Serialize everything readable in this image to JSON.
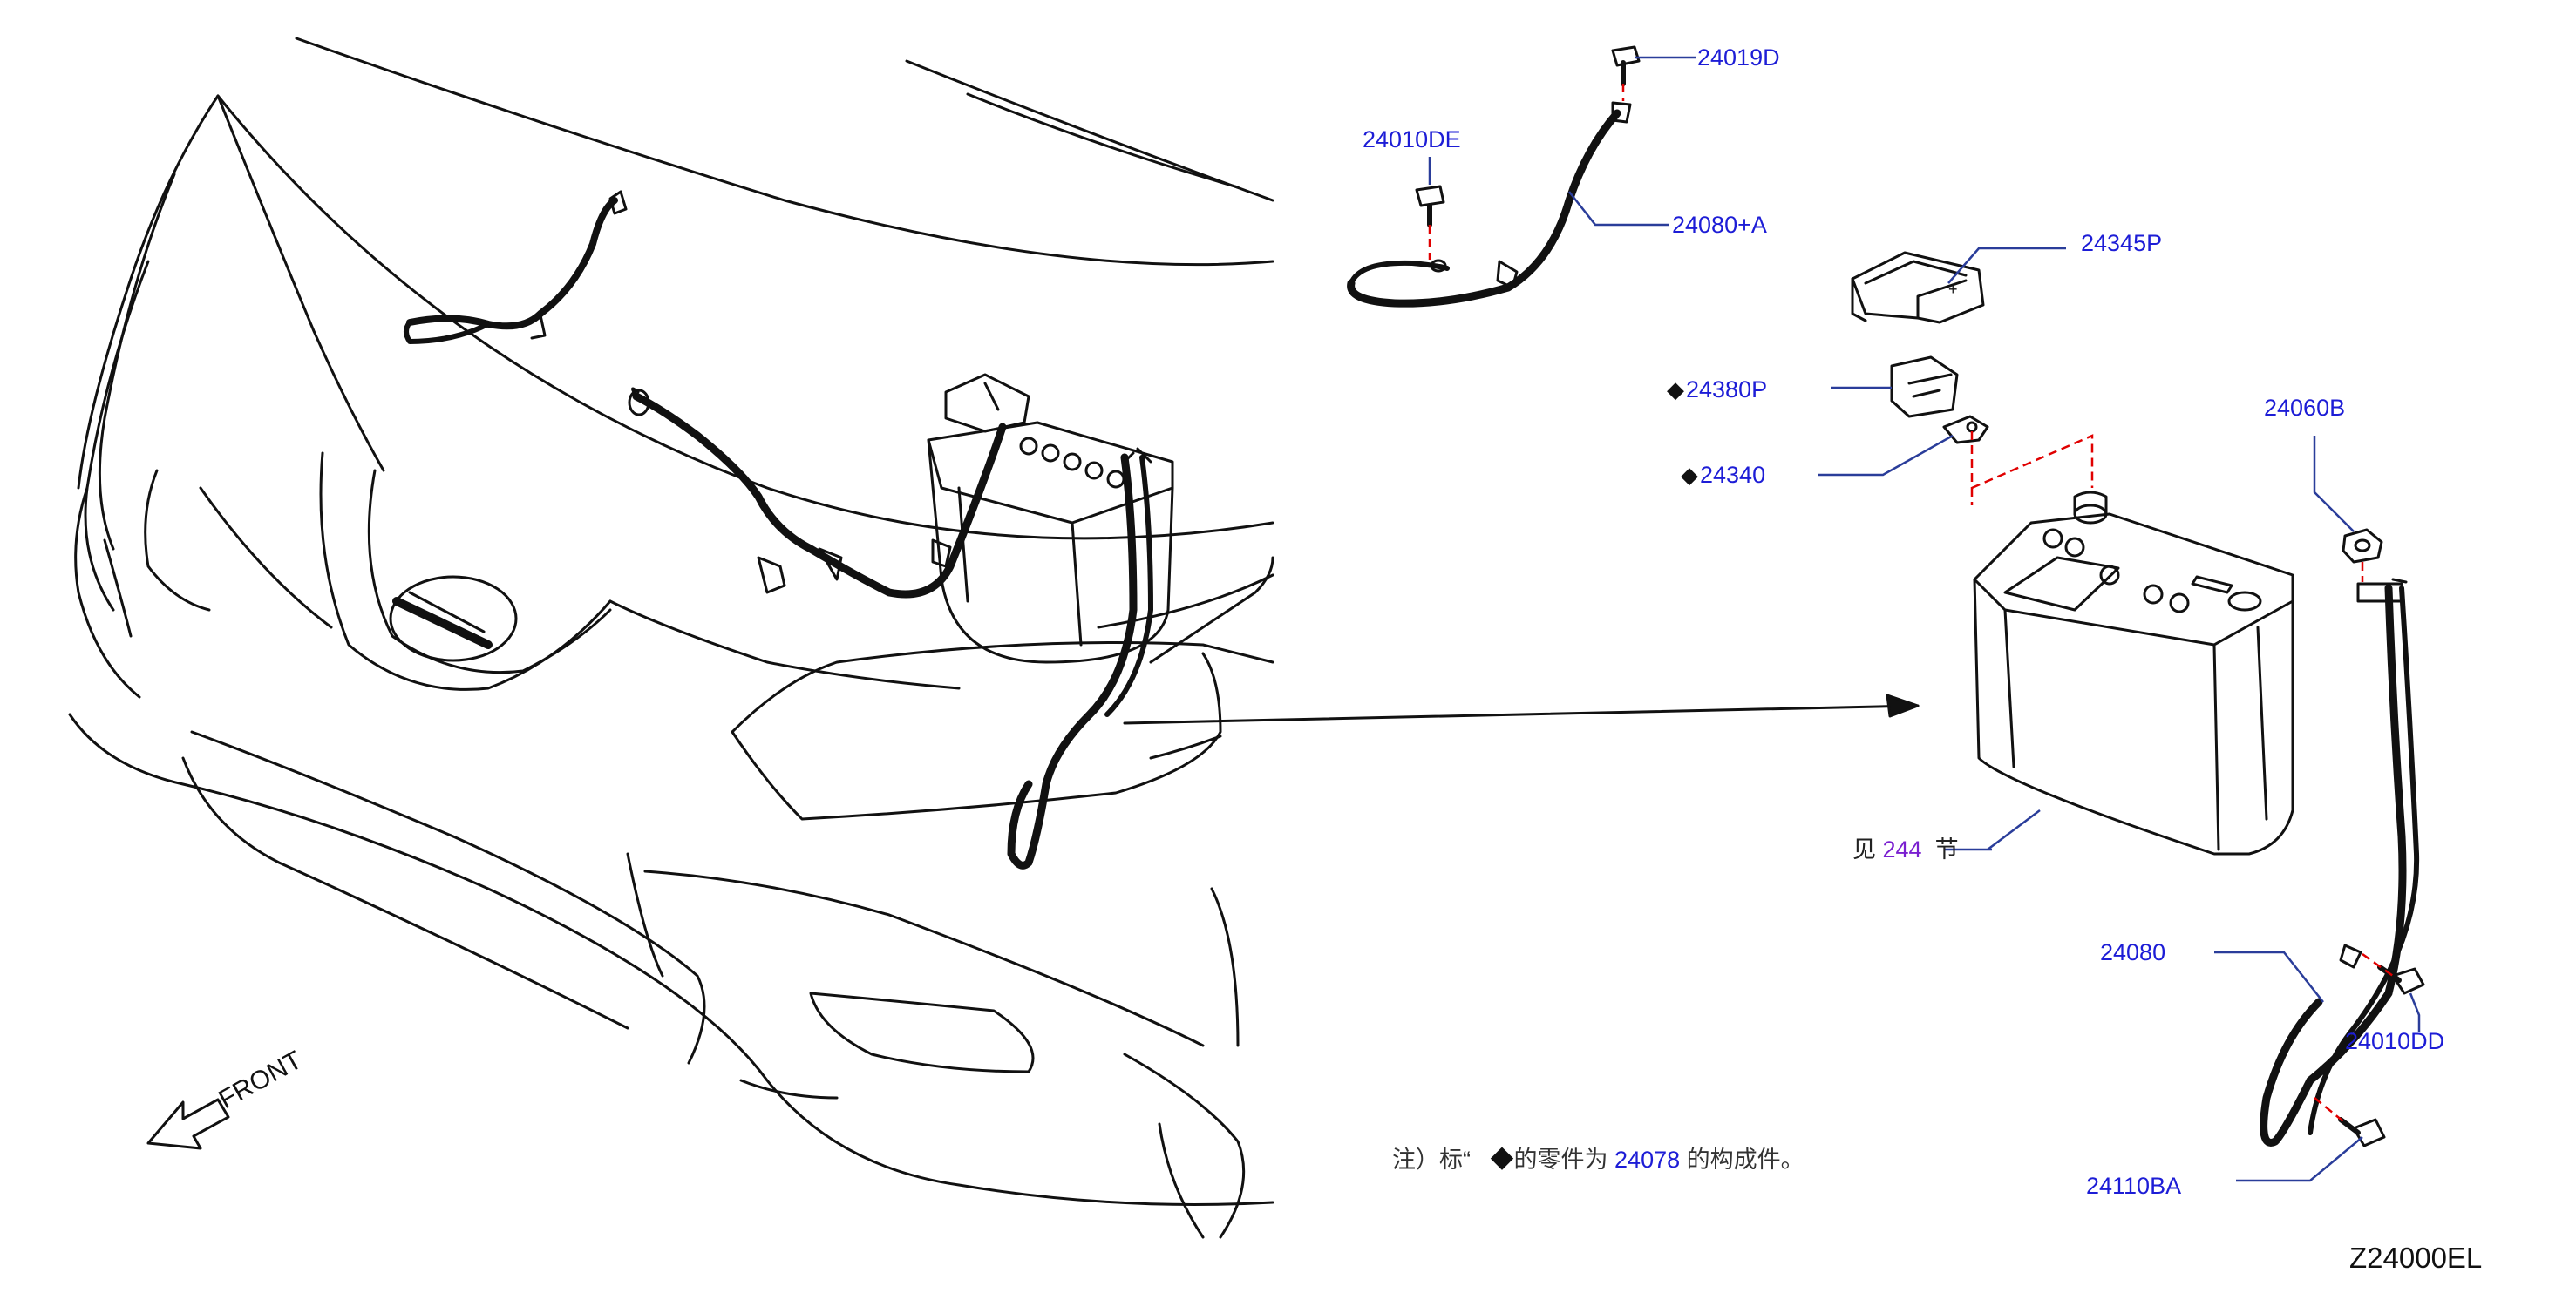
{
  "parts": {
    "p24019D": "24019D",
    "p24010DE": "24010DE",
    "p24080A": "24080+A",
    "p24345P": "24345P",
    "p24380P": "24380P",
    "p24340": "24340",
    "p24060B": "24060B",
    "p24080": "24080",
    "p24010DD": "24010DD",
    "p24110BA": "24110BA"
  },
  "diamond_marker": "◆",
  "see_section": {
    "prefix": "见",
    "number": "244",
    "suffix": "节"
  },
  "note": {
    "prefix": "注）标“",
    "middle": "的零件为",
    "number": "24078",
    "suffix": "的构成件。"
  },
  "front_label": "FRONT",
  "diagram_code": "Z24000EL",
  "colors": {
    "label": "#1d1dd6",
    "leader": "#2a3d9a",
    "highlight": "#7a1fd0",
    "line": "#111111",
    "dash": "#e00000"
  }
}
